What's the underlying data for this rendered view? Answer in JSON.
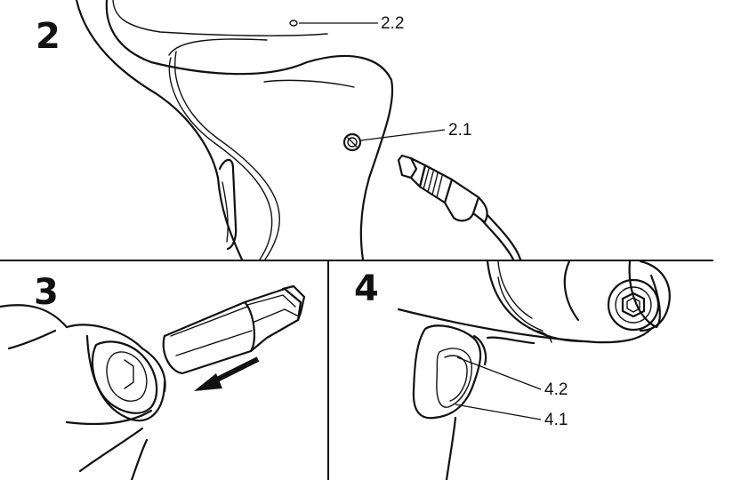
{
  "panels": [
    {
      "step": "2",
      "callouts": [
        "2.2",
        "2.1"
      ]
    },
    {
      "step": "3",
      "callouts": []
    },
    {
      "step": "4",
      "callouts": [
        "4.2",
        "4.1"
      ]
    }
  ]
}
